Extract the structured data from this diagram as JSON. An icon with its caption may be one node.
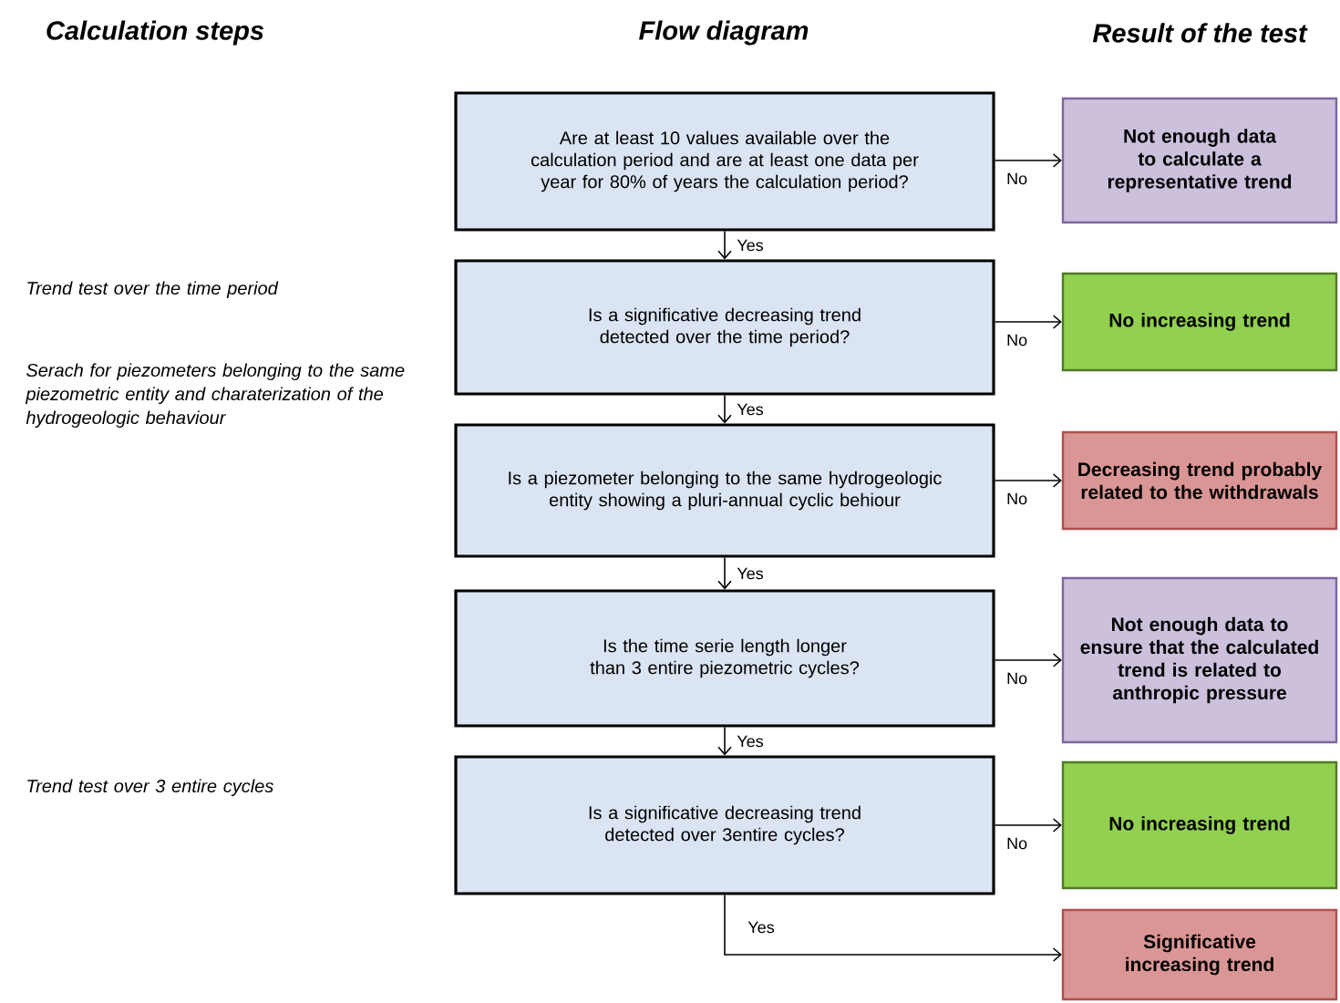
{
  "diagram": {
    "nodes": [
      {
        "text": [
          "Are at least 10 values available over the calculation period and are at least one data per year for 80% of years the calculation period?"
        ]
      },
      {
        "text": [
          "Not enough data to calculate a representative trend"
        ]
      },
      {
        "text": [
          "Is a significative decreasing trend detected over the time period?"
        ]
      },
      {
        "text": [
          "No increasing trend"
        ]
      },
      {
        "text": [
          "Is a piezometer belonging to the same hydrogeologic entity showing a pluri-annual cyclic behiour"
        ]
      },
      {
        "text": [
          "Decreasing trend probably related to the withdrawals"
        ]
      },
      {
        "text": [
          "Is the time serie length longer than 3 entire piezometric cycles?"
        ]
      },
      {
        "text": [
          "Not enough data to ensure that the calculated trend is related to anthropic pressure"
        ]
      },
      {
        "text": [
          "Is a significative decreasing trend detected over 3entire cycles?"
        ]
      },
      {
        "text": [
          "No increasing trend"
        ]
      },
      {
        "text": [
          "Significative increasing trend"
        ]
      }
    ],
    "edges": [
      {
        "from": 0,
        "to": 1,
        "arrow": "to",
        "label": "No"
      },
      {
        "from": 0,
        "to": 2,
        "arrow": "to",
        "label": "Yes"
      },
      {
        "from": 2,
        "to": 3,
        "arrow": "to",
        "label": "No"
      },
      {
        "from": 2,
        "to": 4,
        "arrow": "to",
        "label": "Yes"
      },
      {
        "from": 4,
        "to": 5,
        "arrow": "to",
        "label": "No"
      },
      {
        "from": 4,
        "to": 6,
        "arrow": "to",
        "label": "Yes"
      },
      {
        "from": 6,
        "to": 7,
        "arrow": "to",
        "label": "No"
      },
      {
        "from": 6,
        "to": 8,
        "arrow": "to",
        "label": "Yes"
      },
      {
        "from": 8,
        "to": 9,
        "arrow": "to",
        "label": "No"
      },
      {
        "from": 8,
        "to": 10,
        "arrow": "to",
        "label": "Yes"
      }
    ],
    "labels": [
      "Calculation steps",
      "Flow diagram",
      "Result of the test",
      "Trend test over the time period",
      "Serach for piezometers belonging to the same piezometric entity and charaterization of the hydrogeologic behaviour",
      "Trend test over 3 entire cycles"
    ]
  }
}
